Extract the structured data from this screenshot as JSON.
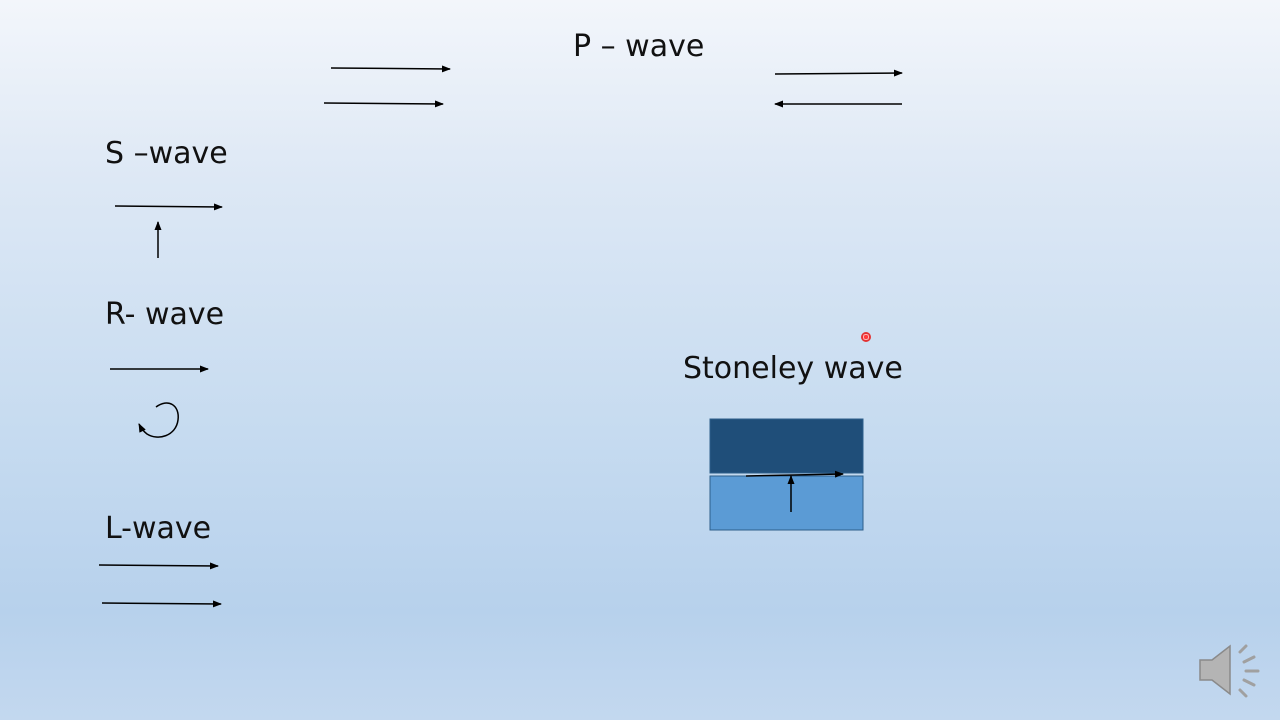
{
  "slide": {
    "labels": {
      "p_wave": "P – wave",
      "s_wave": "S –wave",
      "r_wave": "R- wave",
      "l_wave": "L-wave",
      "stoneley_wave": "Stoneley wave"
    },
    "colors": {
      "arrow": "#000000",
      "upper_layer": "#1f4e79",
      "lower_layer": "#5b9bd5",
      "layer_border": "#2e5f8a",
      "speaker": "#a0a0a0"
    },
    "icons": [
      "laser-pointer-icon",
      "speaker-icon"
    ]
  }
}
